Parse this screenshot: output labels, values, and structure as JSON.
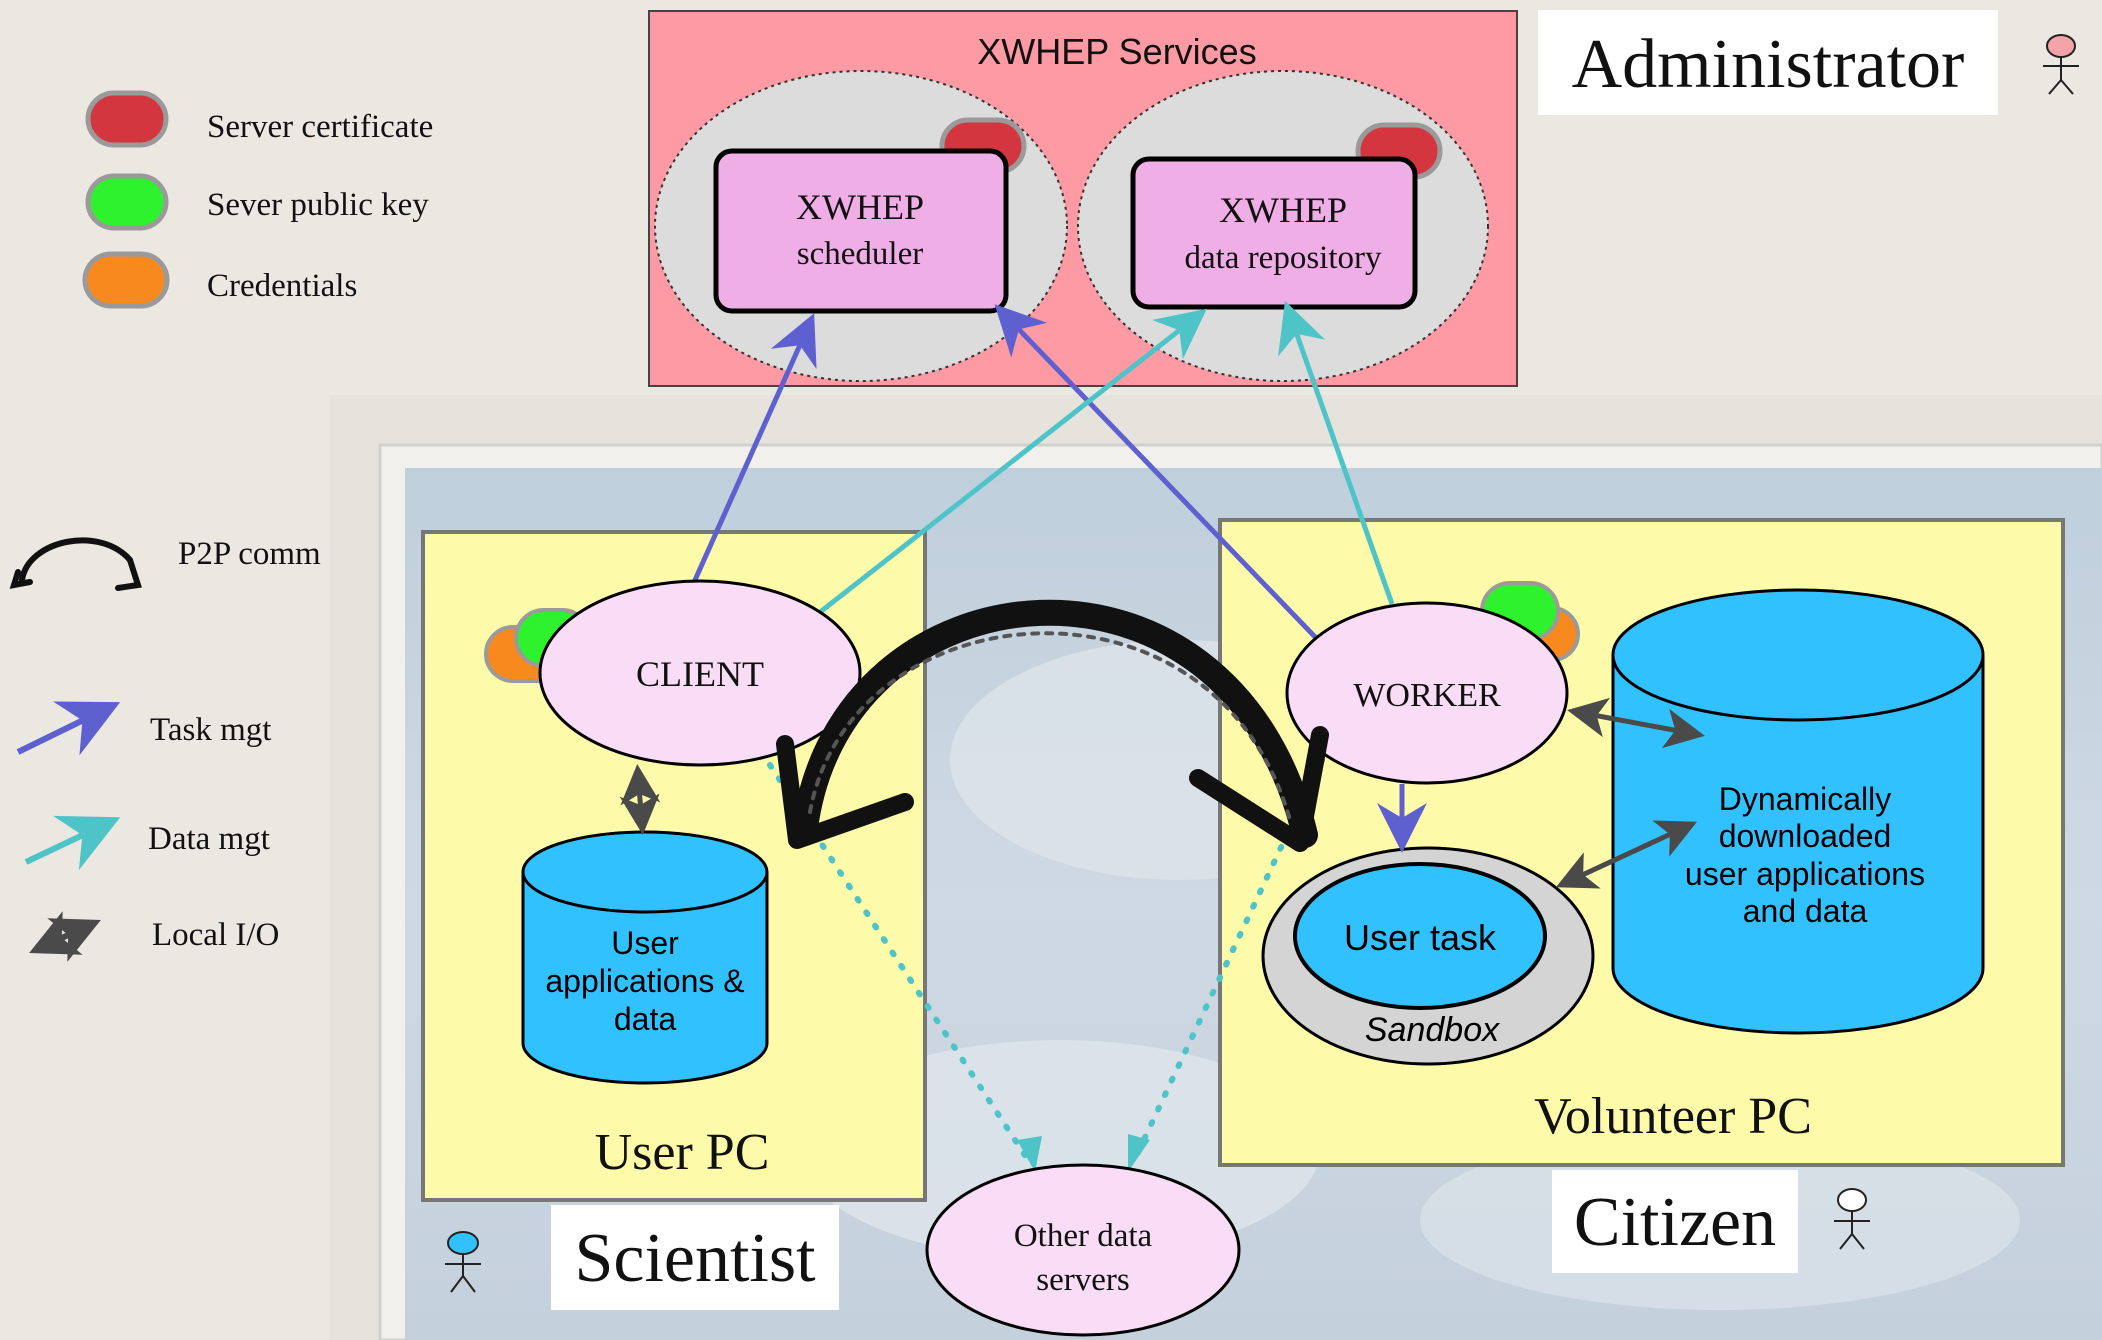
{
  "legend": {
    "server_certificate": "Server certificate",
    "server_public_key": "Sever public key",
    "credentials": "Credentials",
    "p2p_comm": "P2P comm",
    "task_mgt": "Task mgt",
    "data_mgt": "Data mgt",
    "local_io": "Local I/O"
  },
  "services": {
    "title": "XWHEP Services",
    "scheduler": {
      "line1": "XWHEP",
      "line2": "scheduler"
    },
    "repository": {
      "line1": "XWHEP",
      "line2": "data repository"
    }
  },
  "actors": {
    "administrator": "Administrator",
    "scientist": "Scientist",
    "citizen": "Citizen"
  },
  "user_pc": {
    "label": "User PC",
    "client": "CLIENT",
    "storage": {
      "line1": "User",
      "line2": "applications &",
      "line3": "data"
    }
  },
  "volunteer_pc": {
    "label": "Volunteer PC",
    "worker": "WORKER",
    "user_task": "User task",
    "sandbox": "Sandbox",
    "storage": {
      "line1": "Dynamically",
      "line2": "downloaded",
      "line3": "user applications",
      "line4": "and data"
    }
  },
  "other_servers": {
    "line1": "Other data",
    "line2": "servers"
  },
  "colors": {
    "certificate": "#d4363f",
    "public_key": "#2ef22e",
    "credentials": "#f7891f",
    "task_mgt": "#5f60cf",
    "data_mgt": "#4fc4c8",
    "local_io": "#4a4a4a",
    "services_bg": "#fd9aa3",
    "pc_bg": "#fdfaa9",
    "node_fill": "#f9dcf5",
    "service_box": "#f0aee6",
    "storage": "#32c1ff"
  }
}
